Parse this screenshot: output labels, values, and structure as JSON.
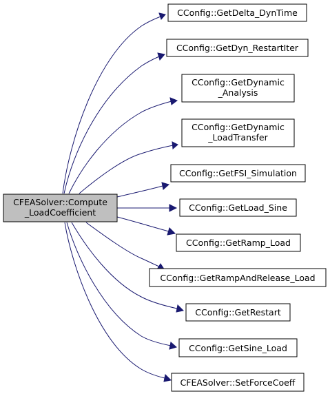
{
  "graph": {
    "root": {
      "lines": [
        "CFEASolver::Compute",
        "_LoadCoefficient"
      ]
    },
    "callees": [
      {
        "lines": [
          "CConfig::GetDelta_DynTime"
        ]
      },
      {
        "lines": [
          "CConfig::GetDyn_RestartIter"
        ]
      },
      {
        "lines": [
          "CConfig::GetDynamic",
          "_Analysis"
        ]
      },
      {
        "lines": [
          "CConfig::GetDynamic",
          "_LoadTransfer"
        ]
      },
      {
        "lines": [
          "CConfig::GetFSI_Simulation"
        ]
      },
      {
        "lines": [
          "CConfig::GetLoad_Sine"
        ]
      },
      {
        "lines": [
          "CConfig::GetRamp_Load"
        ]
      },
      {
        "lines": [
          "CConfig::GetRampAndRelease_Load"
        ]
      },
      {
        "lines": [
          "CConfig::GetRestart"
        ]
      },
      {
        "lines": [
          "CConfig::GetSine_Load"
        ]
      },
      {
        "lines": [
          "CFEASolver::SetForceCoeff"
        ]
      }
    ],
    "colors": {
      "edge": "#191970",
      "root_fill": "#bfbfbf",
      "node_fill": "#ffffff",
      "node_border": "#000000"
    }
  }
}
